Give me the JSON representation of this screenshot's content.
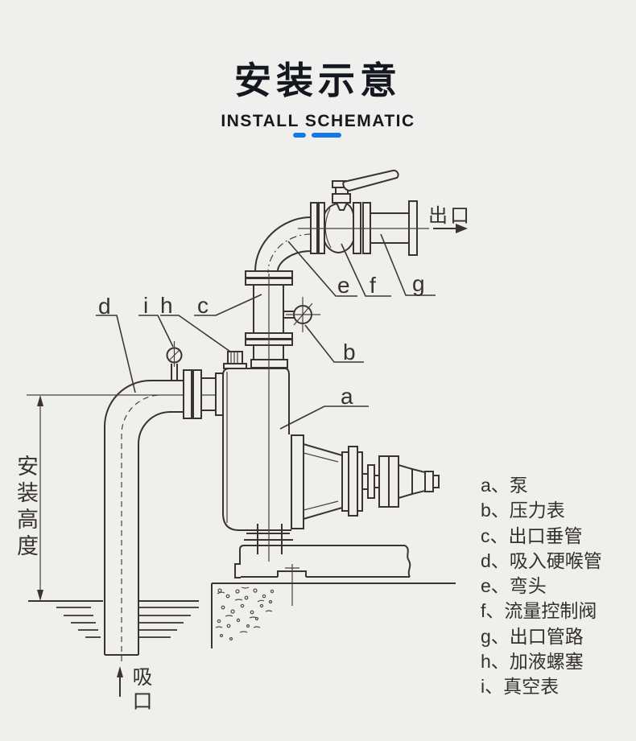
{
  "header": {
    "title": "安装示意",
    "subtitle": "INSTALL SCHEMATIC"
  },
  "diagram": {
    "outlet_label": "出口",
    "suction_label": "吸口",
    "install_height_label": "安装高度",
    "callouts": {
      "a": "a",
      "b": "b",
      "c": "c",
      "d": "d",
      "e": "e",
      "f": "f",
      "g": "g",
      "h": "h",
      "i": "i"
    }
  },
  "legend": {
    "items": [
      "a、泵",
      "b、压力表",
      "c、出口垂管",
      "d、吸入硬喉管",
      "e、弯头",
      "f、流量控制阀",
      "g、出口管路",
      "h、加液螺塞",
      "i、真空表"
    ]
  },
  "colors": {
    "accent_blue": "#1478e8",
    "line": "#3b332c",
    "title": "#14171d",
    "background": "#efefee"
  }
}
